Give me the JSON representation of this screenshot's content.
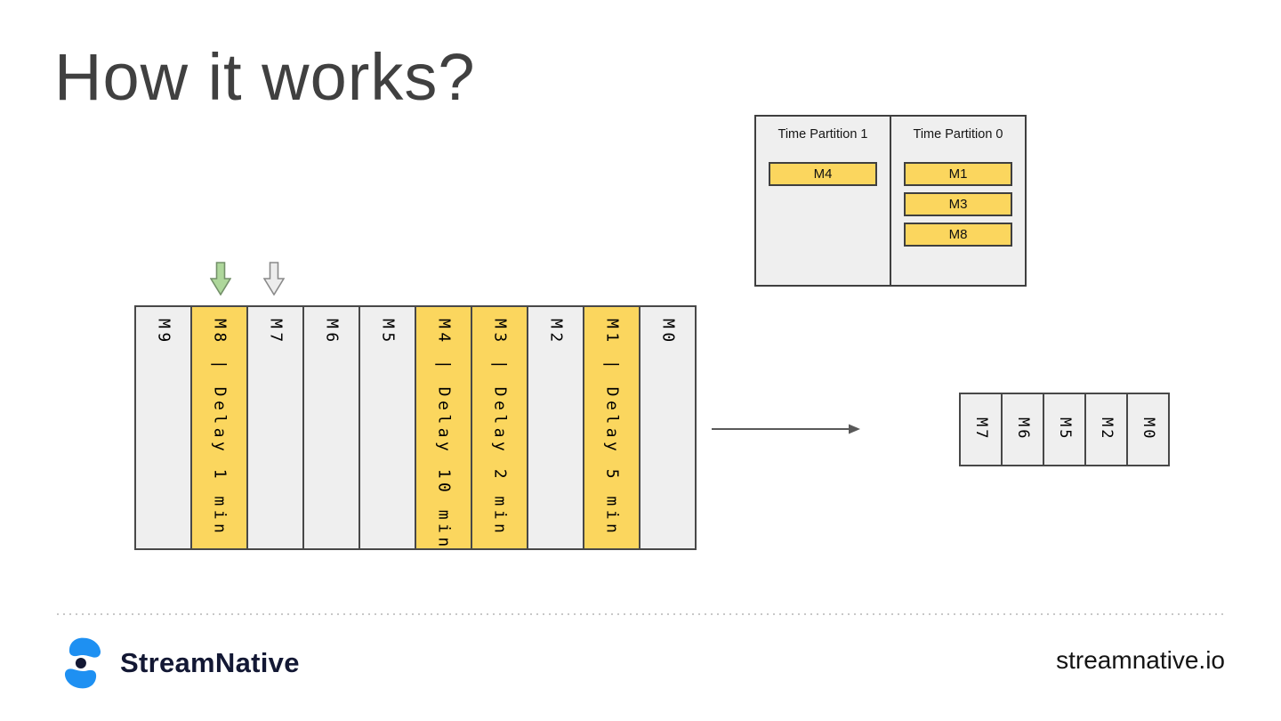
{
  "slide": {
    "title": "How it works?",
    "footer": {
      "brand": "StreamNative",
      "website": "streamnative.io"
    }
  },
  "time_partitions": [
    {
      "label": "Time Partition 1",
      "messages": [
        "M4"
      ]
    },
    {
      "label": "Time Partition 0",
      "messages": [
        "M1",
        "M3",
        "M8"
      ]
    }
  ],
  "topic_strip": {
    "cells": [
      {
        "label": "M9",
        "delayed": false
      },
      {
        "label": "M8 | Delay 1 min",
        "delayed": true
      },
      {
        "label": "M7",
        "delayed": false
      },
      {
        "label": "M6",
        "delayed": false
      },
      {
        "label": "M5",
        "delayed": false
      },
      {
        "label": "M4 | Delay 10 min",
        "delayed": true
      },
      {
        "label": "M3 | Delay 2 min",
        "delayed": true
      },
      {
        "label": "M2",
        "delayed": false
      },
      {
        "label": "M1 | Delay 5 min",
        "delayed": true
      },
      {
        "label": "M0",
        "delayed": false
      }
    ]
  },
  "output_strip": {
    "cells": [
      "M7",
      "M6",
      "M5",
      "M2",
      "M0"
    ]
  },
  "icons": {
    "green_pointer": "green-down-block-arrow",
    "gray_pointer": "gray-down-block-arrow",
    "flow": "right-arrow",
    "logo": "streamnative-s-mark"
  },
  "colors": {
    "highlight_yellow": "#FBD65E",
    "cell_gray": "#EFEFEF",
    "green_arrow": "#AED79B",
    "arrow_gray": "#EDEDED",
    "brand_blue": "#1E90F2",
    "brand_navy": "#131834"
  }
}
